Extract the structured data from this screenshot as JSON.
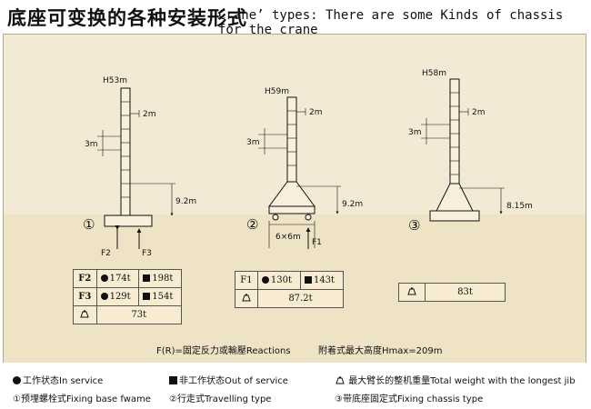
{
  "header": {
    "title_cn": "底座可变换的各种安装形式",
    "title_en": "Crane’ types: There are some Kinds of chassis for the crane"
  },
  "diagram": {
    "crane1": {
      "number": "①",
      "height": "H53m",
      "jib_width": "2m",
      "section": "3m",
      "base_height": "9.2m",
      "force_a": "F2",
      "force_b": "F3"
    },
    "crane2": {
      "number": "②",
      "height": "H59m",
      "jib_width": "2m",
      "section": "3m",
      "base_height": "9.2m",
      "track": "6×6m",
      "force": "F1"
    },
    "crane3": {
      "number": "③",
      "height": "H58m",
      "jib_width": "2m",
      "section": "3m",
      "base_height": "8.15m"
    }
  },
  "tables": {
    "t1": {
      "rows": [
        {
          "label": "F2",
          "in_service": "174t",
          "out_service": "198t"
        },
        {
          "label": "F3",
          "in_service": "129t",
          "out_service": "154t"
        }
      ],
      "total": "73t"
    },
    "t2": {
      "label": "F1",
      "in_service": "130t",
      "out_service": "143t",
      "total": "87.2t"
    },
    "t3": {
      "total": "83t"
    }
  },
  "notes": {
    "reactions": "F(R)=固定反力或輸壓Reactions",
    "max_height": "附着式最大高度Hmax=209m"
  },
  "legend": {
    "in_service": "工作状态In service",
    "out_service": "非工作状态Out of service",
    "total_weight": "最大臂长的整机重量Total weight with the longest jib",
    "type1": "①预埋螺栓式Fixing base fwame",
    "type2": "②行走式Travelling type",
    "type3": "③带底座固定式Fixing chassis type"
  },
  "colors": {
    "panel": "#f3ead6",
    "ground": "#efe3c6",
    "table": "#f7ecd2"
  }
}
